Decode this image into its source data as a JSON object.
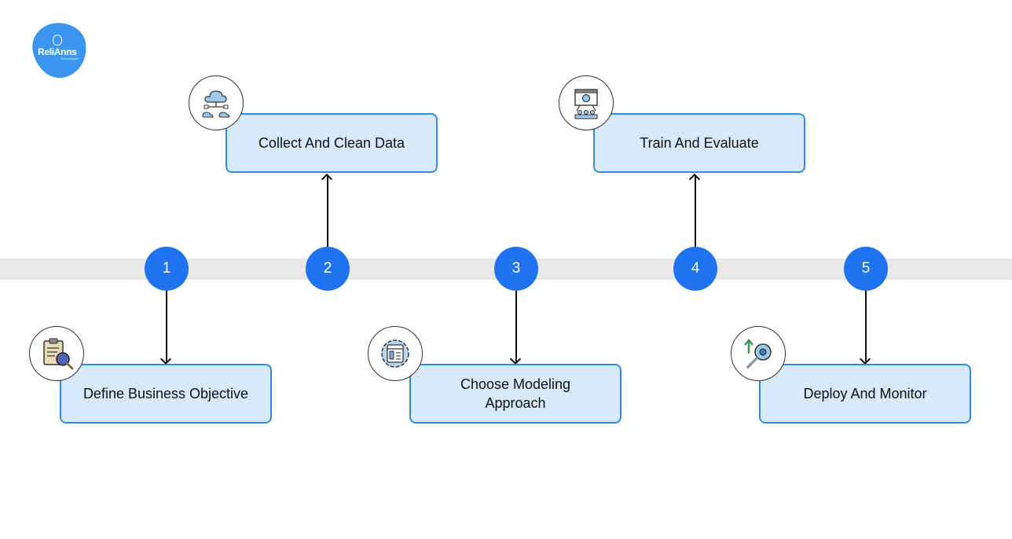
{
  "logo": {
    "text": "ReliAnns",
    "subtext": "Technologies"
  },
  "steps": [
    {
      "number": "1",
      "label": "Define Business Objective",
      "icon": "clipboard-magnifier-icon"
    },
    {
      "number": "2",
      "label": "Collect And Clean Data",
      "icon": "cloud-network-icon"
    },
    {
      "number": "3",
      "label": "Choose Modeling Approach",
      "icon": "gear-document-icon"
    },
    {
      "number": "4",
      "label": "Train And Evaluate",
      "icon": "presentation-board-icon"
    },
    {
      "number": "5",
      "label": "Deploy And Monitor",
      "icon": "magnifier-gear-arrow-icon"
    }
  ],
  "colors": {
    "step_circle": "#1f73f0",
    "card_fill": "#d6eafb",
    "card_border": "#2c8ae8",
    "track": "#e8e8e8",
    "logo": "#3b95ee"
  }
}
